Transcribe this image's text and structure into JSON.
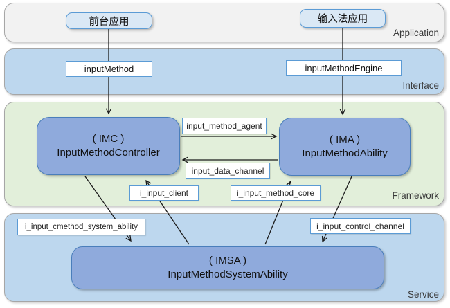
{
  "layers": [
    {
      "id": "application",
      "label": "Application"
    },
    {
      "id": "interface",
      "label": "Interface"
    },
    {
      "id": "framework",
      "label": "Framework"
    },
    {
      "id": "service",
      "label": "Service"
    }
  ],
  "nodes": {
    "frontend_app": {
      "label": "前台应用"
    },
    "ime_app": {
      "label": "输入法应用"
    },
    "input_method": {
      "label": "inputMethod"
    },
    "input_method_engine": {
      "label": "inputMethodEngine"
    },
    "imc": {
      "line1": "( IMC )",
      "line2": "InputMethodController"
    },
    "ima": {
      "line1": "( IMA )",
      "line2": "InputMethodAbility"
    },
    "imsa": {
      "line1": "( IMSA )",
      "line2": "InputMethodSystemAbility"
    }
  },
  "connectors": {
    "input_method_agent": {
      "label": "input_method_agent"
    },
    "input_data_channel": {
      "label": "input_data_channel"
    },
    "i_input_client": {
      "label": "i_input_client"
    },
    "i_input_method_core": {
      "label": "i_input_method_core"
    },
    "i_input_cmethod_system_ability": {
      "label": "i_input_cmethod_system_ability"
    },
    "i_input_control_channel": {
      "label": "i_input_control_channel"
    }
  },
  "colors": {
    "layer_application_bg": "#f2f2f2",
    "layer_interface_bg": "#bdd7ee",
    "layer_framework_bg": "#e2efda",
    "layer_service_bg": "#bdd7ee",
    "node_bg": "#8faadc",
    "node_border": "#4a7ebb",
    "accent_border": "#5b9bd5",
    "arrow": "#1a1a1a"
  }
}
